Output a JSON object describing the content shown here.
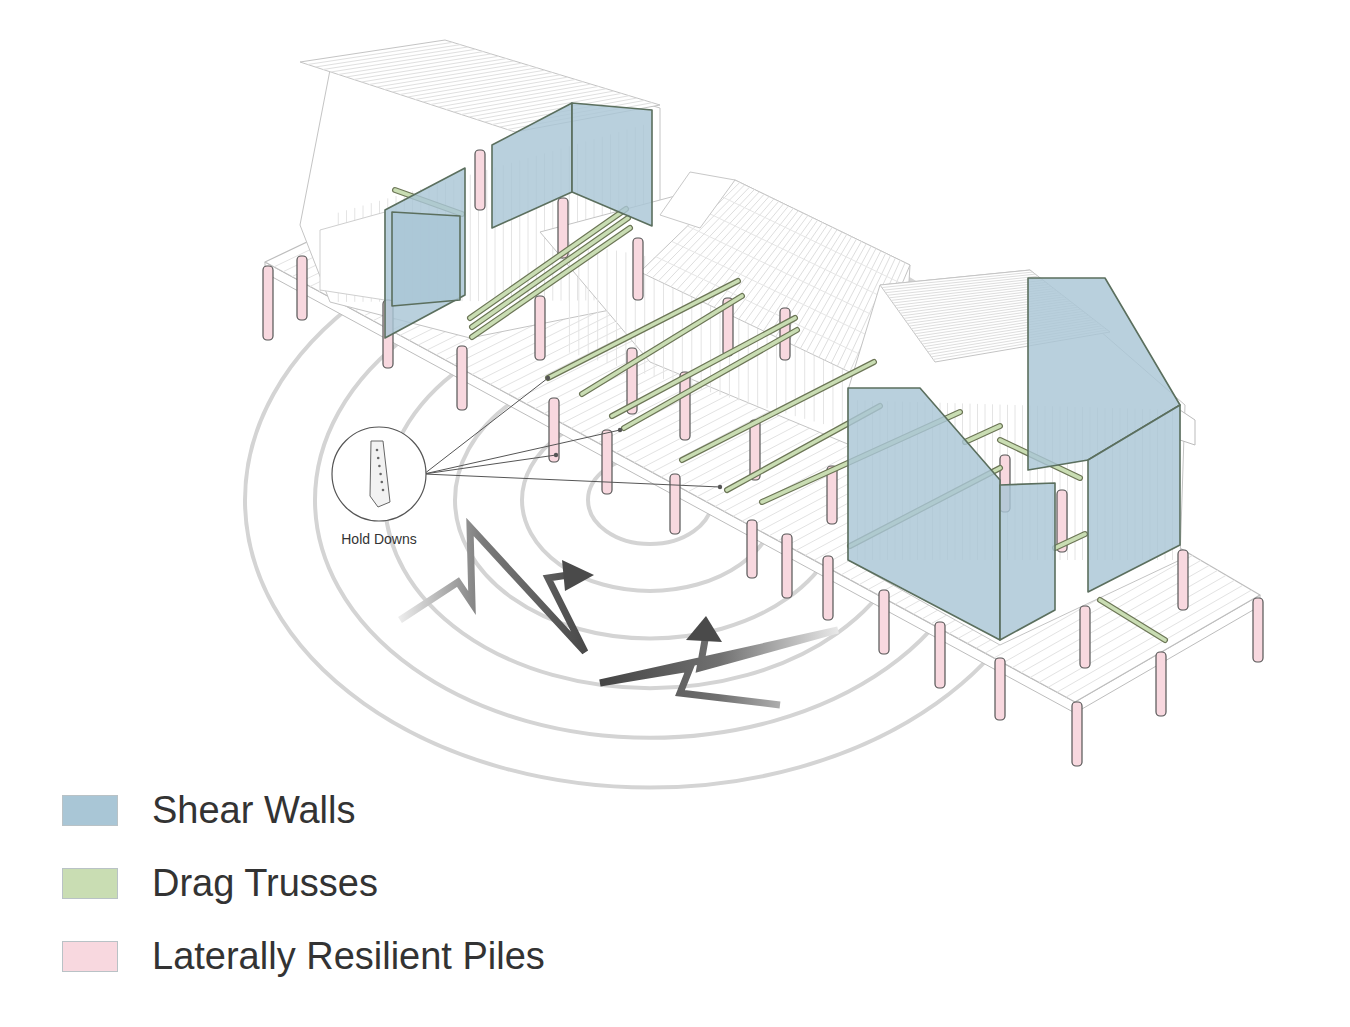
{
  "diagram": {
    "nodes": [
      {
        "text": [
          "Hold Downs"
        ]
      }
    ],
    "legend": [
      {
        "text": "Shear Walls",
        "color": "#a9c6d6"
      },
      {
        "text": "Drag Trusses",
        "color": "#c9ddb3"
      },
      {
        "text": "Laterally Resilient Piles",
        "color": "#f8d8df"
      }
    ]
  }
}
